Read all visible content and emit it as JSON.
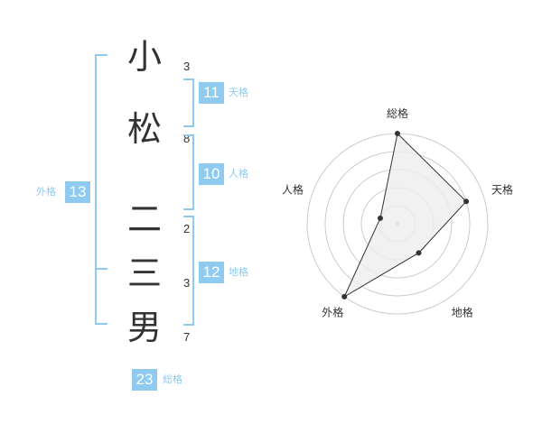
{
  "name": {
    "surname": [
      {
        "char": "小",
        "strokes": "3"
      },
      {
        "char": "松",
        "strokes": "8"
      }
    ],
    "given": [
      {
        "char": "二",
        "strokes": "2"
      },
      {
        "char": "三",
        "strokes": "3"
      },
      {
        "char": "男",
        "strokes": "7"
      }
    ]
  },
  "fortunes": {
    "ten": {
      "label": "天格",
      "value": "11"
    },
    "jin": {
      "label": "人格",
      "value": "10"
    },
    "chi": {
      "label": "地格",
      "value": "12"
    },
    "gai": {
      "label": "外格",
      "value": "13"
    },
    "sou": {
      "label": "総格",
      "value": "23"
    }
  },
  "radar": {
    "axes": [
      "総格",
      "天格",
      "地格",
      "外格",
      "人格"
    ],
    "levels": 5,
    "values": [
      5,
      4,
      2,
      5,
      1
    ],
    "max": 5
  },
  "colors": {
    "accent": "#8fcbf0",
    "text": "#333333",
    "ring": "#cccccc",
    "fill": "#eeeeee"
  }
}
